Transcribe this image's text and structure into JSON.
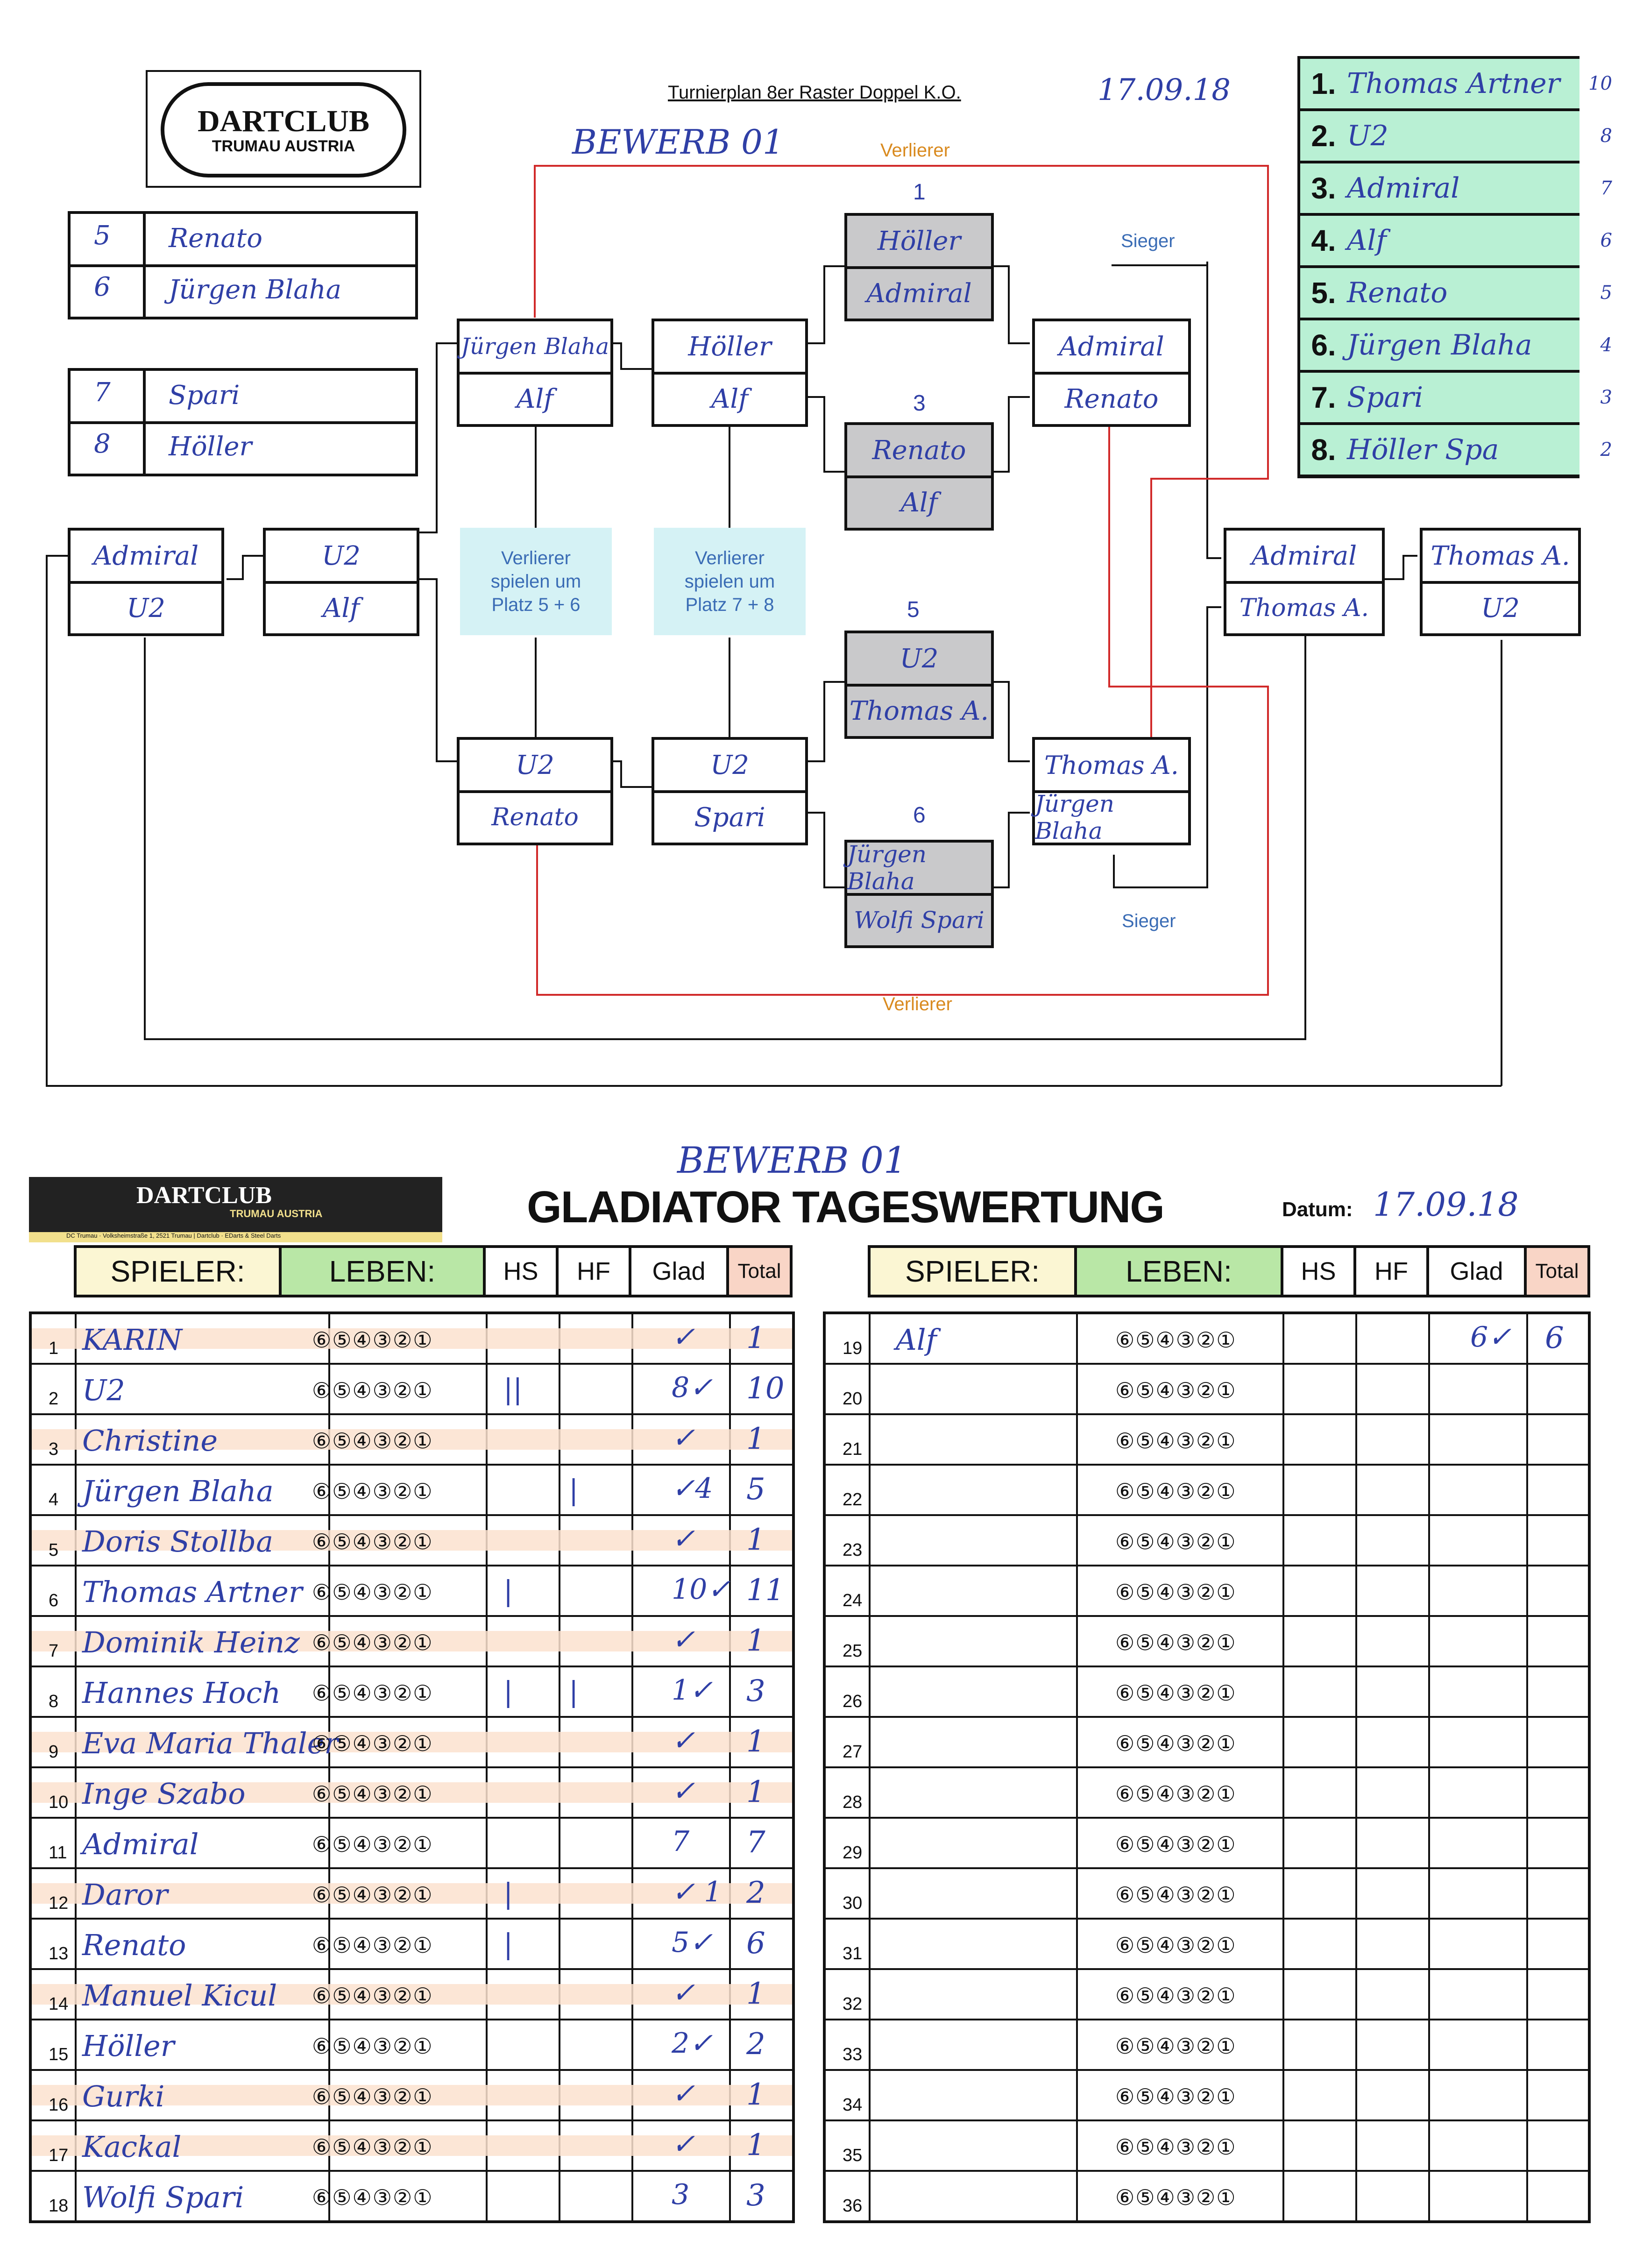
{
  "header": {
    "plan_title": "Turnierplan 8er Raster Doppel K.O.",
    "date_top": "17.09.18",
    "bewerb_top": "BEWERB 01",
    "logo_line1": "DARTCLUB",
    "logo_line2": "TRUMAU AUSTRIA"
  },
  "bracket_labels": {
    "verlierer_top": "Verlierer",
    "verlierer_bottom": "Verlierer",
    "sieger_top": "Sieger",
    "sieger_bottom": "Sieger",
    "platz56": "Verlierer spielen um Platz 5 + 6",
    "platz78": "Verlierer spielen um Platz 7 + 8"
  },
  "seeds_left": [
    {
      "num": "5",
      "name": "Renato"
    },
    {
      "num": "6",
      "name": "Jürgen Blaha"
    },
    {
      "num": "7",
      "name": "Spari"
    },
    {
      "num": "8",
      "name": "Höller"
    }
  ],
  "ranking": [
    {
      "place": "1.",
      "name": "Thomas Artner",
      "pts": "10"
    },
    {
      "place": "2.",
      "name": "U2",
      "pts": "8"
    },
    {
      "place": "3.",
      "name": "Admiral",
      "pts": "7"
    },
    {
      "place": "4.",
      "name": "Alf",
      "pts": "6"
    },
    {
      "place": "5.",
      "name": "Renato",
      "pts": "5"
    },
    {
      "place": "6.",
      "name": "Jürgen Blaha",
      "pts": "4"
    },
    {
      "place": "7.",
      "name": "Spari",
      "pts": "3"
    },
    {
      "place": "8.",
      "name": "Höller Spa",
      "pts": "2"
    }
  ],
  "matches": {
    "m1": {
      "label": "1",
      "top": "Höller",
      "bottom": "Admiral"
    },
    "m3": {
      "label": "3",
      "top": "Renato",
      "bottom": "Alf"
    },
    "m5": {
      "label": "5",
      "top": "U2",
      "bottom": "Thomas A."
    },
    "m6": {
      "label": "6",
      "top": "Jürgen Blaha",
      "bottom": "Wolfi Spari"
    },
    "w_upper": {
      "top": "Admiral",
      "bottom": "Renato"
    },
    "w_lower": {
      "top": "Thomas A.",
      "bottom": "Jürgen Blaha"
    },
    "l_upper_r": {
      "top": "Höller",
      "bottom": "Alf"
    },
    "l_upper_l": {
      "top": "Jürgen Blaha",
      "bottom": "Alf"
    },
    "l_lower_r": {
      "top": "U2",
      "bottom": "Spari"
    },
    "l_lower_l": {
      "top": "U2",
      "bottom": "Renato"
    },
    "semi_l": {
      "top": "U2",
      "bottom": "Alf"
    },
    "final_l": {
      "top": "Admiral",
      "bottom": "U2"
    },
    "semi_r": {
      "top": "Admiral",
      "bottom": "Thomas A."
    },
    "final_r": {
      "top": "Thomas A.",
      "bottom": "U2"
    }
  },
  "gladiator": {
    "bewerb": "BEWERB 01",
    "title": "GLADIATOR TAGESWERTUNG",
    "datum_label": "Datum:",
    "datum_value": "17.09.18",
    "logo_line1": "DARTCLUB",
    "logo_line2": "TRUMAU AUSTRIA",
    "logo_small": "DC Trumau · Volksheimstraße 1, 2521 Trumau | Dartclub · EDarts & Steel Darts",
    "headers": {
      "spieler": "SPIELER:",
      "leben": "LEBEN:",
      "hs": "HS",
      "hf": "HF",
      "glad": "Glad",
      "total": "Total"
    },
    "lives_template": "⑥⑤④③②①",
    "left_rows": [
      {
        "num": "1",
        "name": "KARIN",
        "hs": "",
        "hf": "",
        "glad": "✓",
        "total": "1",
        "stripe": true
      },
      {
        "num": "2",
        "name": "U2",
        "hs": "||",
        "hf": "",
        "glad": "8✓",
        "total": "10",
        "stripe": false
      },
      {
        "num": "3",
        "name": "Christine",
        "hs": "",
        "hf": "",
        "glad": "✓",
        "total": "1",
        "stripe": true
      },
      {
        "num": "4",
        "name": "Jürgen Blaha",
        "hs": "",
        "hf": "|",
        "glad": "✓4",
        "total": "5",
        "stripe": false
      },
      {
        "num": "5",
        "name": "Doris Stollba",
        "hs": "",
        "hf": "",
        "glad": "✓",
        "total": "1",
        "stripe": true
      },
      {
        "num": "6",
        "name": "Thomas Artner",
        "hs": "|",
        "hf": "",
        "glad": "10✓",
        "total": "11",
        "stripe": false
      },
      {
        "num": "7",
        "name": "Dominik Heinz",
        "hs": "",
        "hf": "",
        "glad": "✓",
        "total": "1",
        "stripe": true
      },
      {
        "num": "8",
        "name": "Hannes Hoch",
        "hs": "|",
        "hf": "|",
        "glad": "1✓",
        "total": "3",
        "stripe": false
      },
      {
        "num": "9",
        "name": "Eva Maria Thaler",
        "hs": "",
        "hf": "",
        "glad": "✓",
        "total": "1",
        "stripe": true
      },
      {
        "num": "10",
        "name": "Inge Szabo",
        "hs": "",
        "hf": "",
        "glad": "✓",
        "total": "1",
        "stripe": true
      },
      {
        "num": "11",
        "name": "Admiral",
        "hs": "",
        "hf": "",
        "glad": "7",
        "total": "7",
        "stripe": false
      },
      {
        "num": "12",
        "name": "Daror",
        "hs": "|",
        "hf": "",
        "glad": "✓ 1",
        "total": "2",
        "stripe": true
      },
      {
        "num": "13",
        "name": "Renato",
        "hs": "|",
        "hf": "",
        "glad": "5✓",
        "total": "6",
        "stripe": false
      },
      {
        "num": "14",
        "name": "Manuel Kicul",
        "hs": "",
        "hf": "",
        "glad": "✓",
        "total": "1",
        "stripe": true
      },
      {
        "num": "15",
        "name": "Höller",
        "hs": "",
        "hf": "",
        "glad": "2✓",
        "total": "2",
        "stripe": false
      },
      {
        "num": "16",
        "name": "Gurki",
        "hs": "",
        "hf": "",
        "glad": "✓",
        "total": "1",
        "stripe": true
      },
      {
        "num": "17",
        "name": "Kackal",
        "hs": "",
        "hf": "",
        "glad": "✓",
        "total": "1",
        "stripe": true
      },
      {
        "num": "18",
        "name": "Wolfi Spari",
        "hs": "",
        "hf": "",
        "glad": "3",
        "total": "3",
        "stripe": false
      }
    ],
    "right_rows": [
      {
        "num": "19",
        "name": "Alf",
        "glad": "6✓",
        "total": "6"
      },
      {
        "num": "20",
        "name": "",
        "glad": "",
        "total": ""
      },
      {
        "num": "21",
        "name": "",
        "glad": "",
        "total": ""
      },
      {
        "num": "22",
        "name": "",
        "glad": "",
        "total": ""
      },
      {
        "num": "23",
        "name": "",
        "glad": "",
        "total": ""
      },
      {
        "num": "24",
        "name": "",
        "glad": "",
        "total": ""
      },
      {
        "num": "25",
        "name": "",
        "glad": "",
        "total": ""
      },
      {
        "num": "26",
        "name": "",
        "glad": "",
        "total": ""
      },
      {
        "num": "27",
        "name": "",
        "glad": "",
        "total": ""
      },
      {
        "num": "28",
        "name": "",
        "glad": "",
        "total": ""
      },
      {
        "num": "29",
        "name": "",
        "glad": "",
        "total": ""
      },
      {
        "num": "30",
        "name": "",
        "glad": "",
        "total": ""
      },
      {
        "num": "31",
        "name": "",
        "glad": "",
        "total": ""
      },
      {
        "num": "32",
        "name": "",
        "glad": "",
        "total": ""
      },
      {
        "num": "33",
        "name": "",
        "glad": "",
        "total": ""
      },
      {
        "num": "34",
        "name": "",
        "glad": "",
        "total": ""
      },
      {
        "num": "35",
        "name": "",
        "glad": "",
        "total": ""
      },
      {
        "num": "36",
        "name": "",
        "glad": "",
        "total": ""
      }
    ]
  },
  "colors": {
    "handwriting": "#2f3fa6",
    "red_arrow": "#d12a2a",
    "rank_green": "#b9f0d4",
    "leben_green": "#b9e7a6",
    "spieler_yellow": "#fbf6d3",
    "total_pink": "#f9d5c6",
    "stripe": "#fbe2cf",
    "cyan": "#d5f2f5"
  }
}
